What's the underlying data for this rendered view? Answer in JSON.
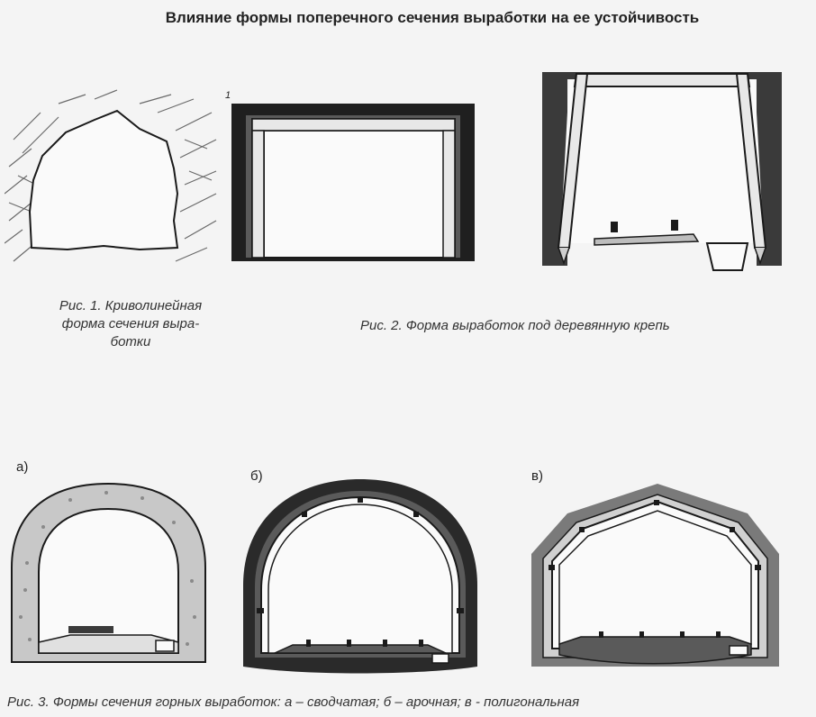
{
  "title": "Влияние формы поперечного сечения выработки на ее устойчивость",
  "fig1": {
    "caption_lines": [
      "Рис. 1. Криволинейная",
      "форма сечения выра-",
      "ботки"
    ]
  },
  "fig2": {
    "caption": "Рис. 2. Форма выработок под деревянную крепь",
    "marker": "1"
  },
  "fig3": {
    "caption": "Рис. 3. Формы сечения горных выработок: а – сводчатая; б – арочная; в - полигональная",
    "labels": {
      "a": "а)",
      "b": "б)",
      "v": "в)"
    }
  },
  "colors": {
    "ink": "#1a1a1a",
    "rock": "#9a9a9a",
    "fill": "#cfcfcf",
    "paper": "#f4f4f4",
    "opening": "#fafafa"
  }
}
